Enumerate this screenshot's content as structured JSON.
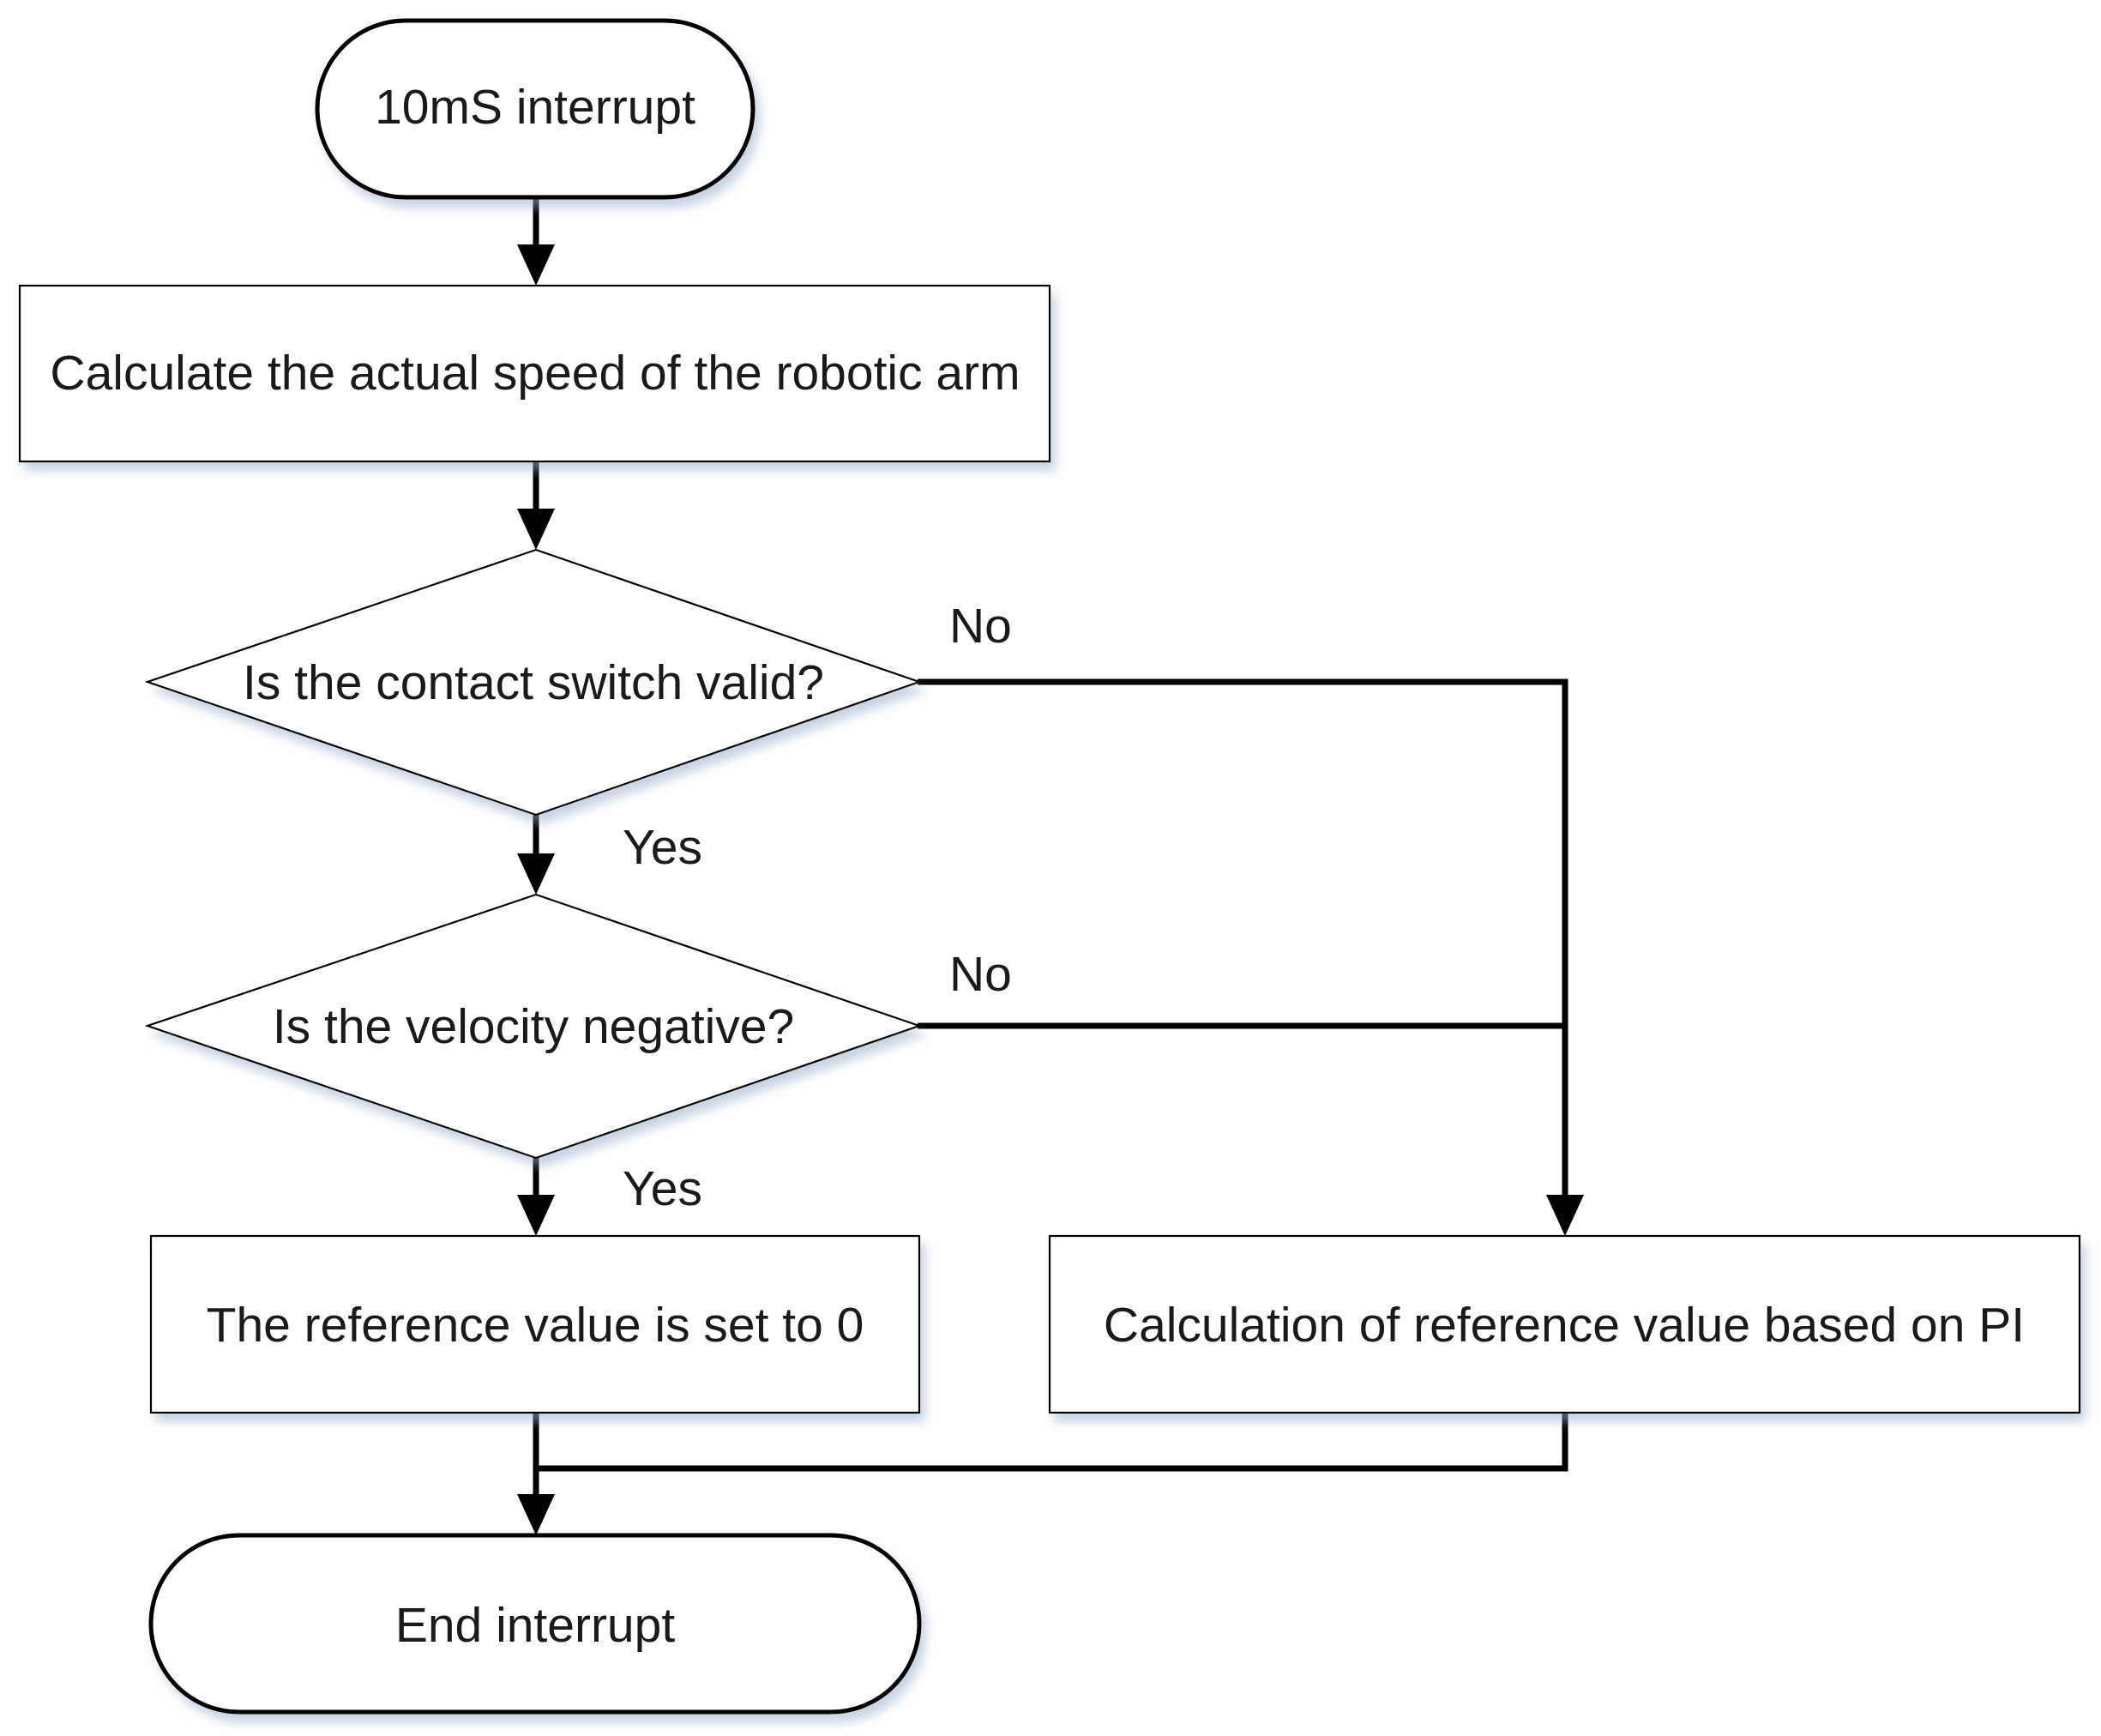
{
  "diagram": {
    "type": "flowchart",
    "nodes": {
      "start": {
        "kind": "terminal",
        "label": "10mS interrupt"
      },
      "calc_speed": {
        "kind": "process",
        "label": "Calculate the actual speed of the robotic arm"
      },
      "check_switch": {
        "kind": "decision",
        "label": "Is the contact switch valid?"
      },
      "check_velocity": {
        "kind": "decision",
        "label": "Is the velocity negative?"
      },
      "set_zero": {
        "kind": "process",
        "label": "The reference value is set to 0"
      },
      "pi_calc": {
        "kind": "process",
        "label": "Calculation of reference value based on PI"
      },
      "end": {
        "kind": "terminal",
        "label": "End interrupt"
      }
    },
    "edges": [
      {
        "from": "start",
        "to": "calc_speed",
        "label": ""
      },
      {
        "from": "calc_speed",
        "to": "check_switch",
        "label": ""
      },
      {
        "from": "check_switch",
        "to": "check_velocity",
        "label": "Yes"
      },
      {
        "from": "check_switch",
        "to": "pi_calc",
        "label": "No"
      },
      {
        "from": "check_velocity",
        "to": "set_zero",
        "label": "Yes"
      },
      {
        "from": "check_velocity",
        "to": "pi_calc",
        "label": "No"
      },
      {
        "from": "set_zero",
        "to": "end",
        "label": ""
      },
      {
        "from": "pi_calc",
        "to": "end",
        "label": ""
      }
    ]
  }
}
